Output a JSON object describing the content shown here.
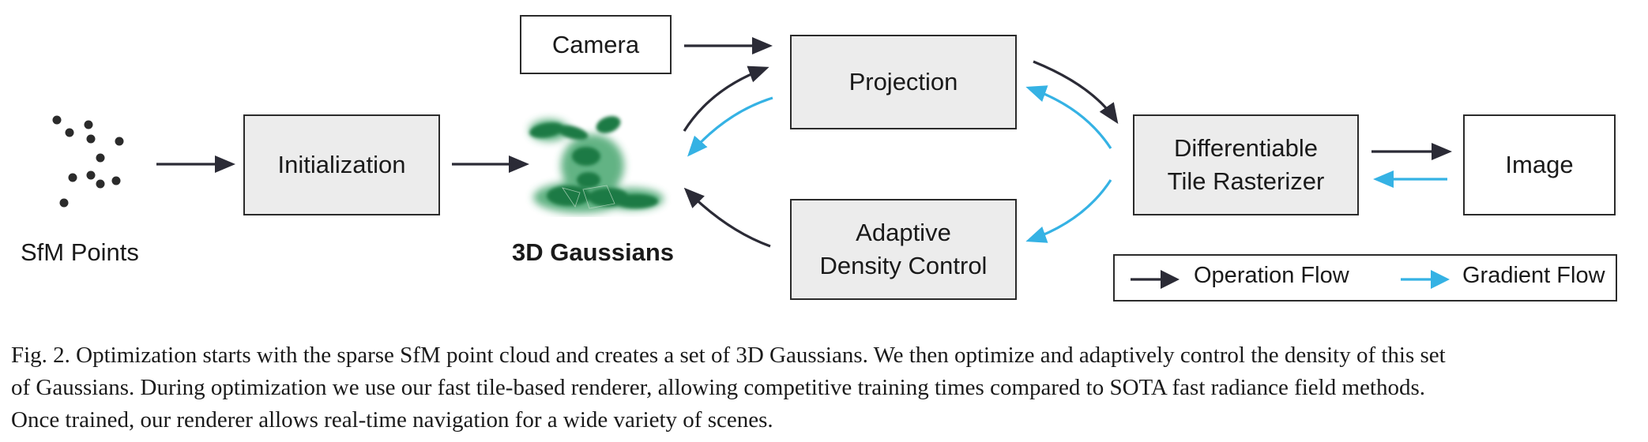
{
  "nodes": {
    "sfm_points": "SfM Points",
    "initialization": "Initialization",
    "gaussians": "3D Gaussians",
    "camera": "Camera",
    "projection": "Projection",
    "adaptive_line1": "Adaptive",
    "adaptive_line2": "Density Control",
    "rasterizer_line1": "Differentiable",
    "rasterizer_line2": "Tile Rasterizer",
    "image": "Image"
  },
  "legend": {
    "operation": "Operation Flow",
    "gradient": "Gradient Flow"
  },
  "colors": {
    "operation_arrow": "#2b2b36",
    "gradient_arrow": "#35b2e4",
    "box_fill": "#ececec",
    "gaussian_green": "#1f8a4c"
  },
  "caption": {
    "line1": "Fig. 2.  Optimization starts with the sparse SfM point cloud and creates a set of 3D Gaussians. We then optimize and adaptively control the density of this set",
    "line2": "of Gaussians. During optimization we use our fast tile-based renderer, allowing competitive training times compared to SOTA fast radiance field methods.",
    "line3": "Once trained, our renderer allows real-time navigation for a wide variety of scenes."
  }
}
